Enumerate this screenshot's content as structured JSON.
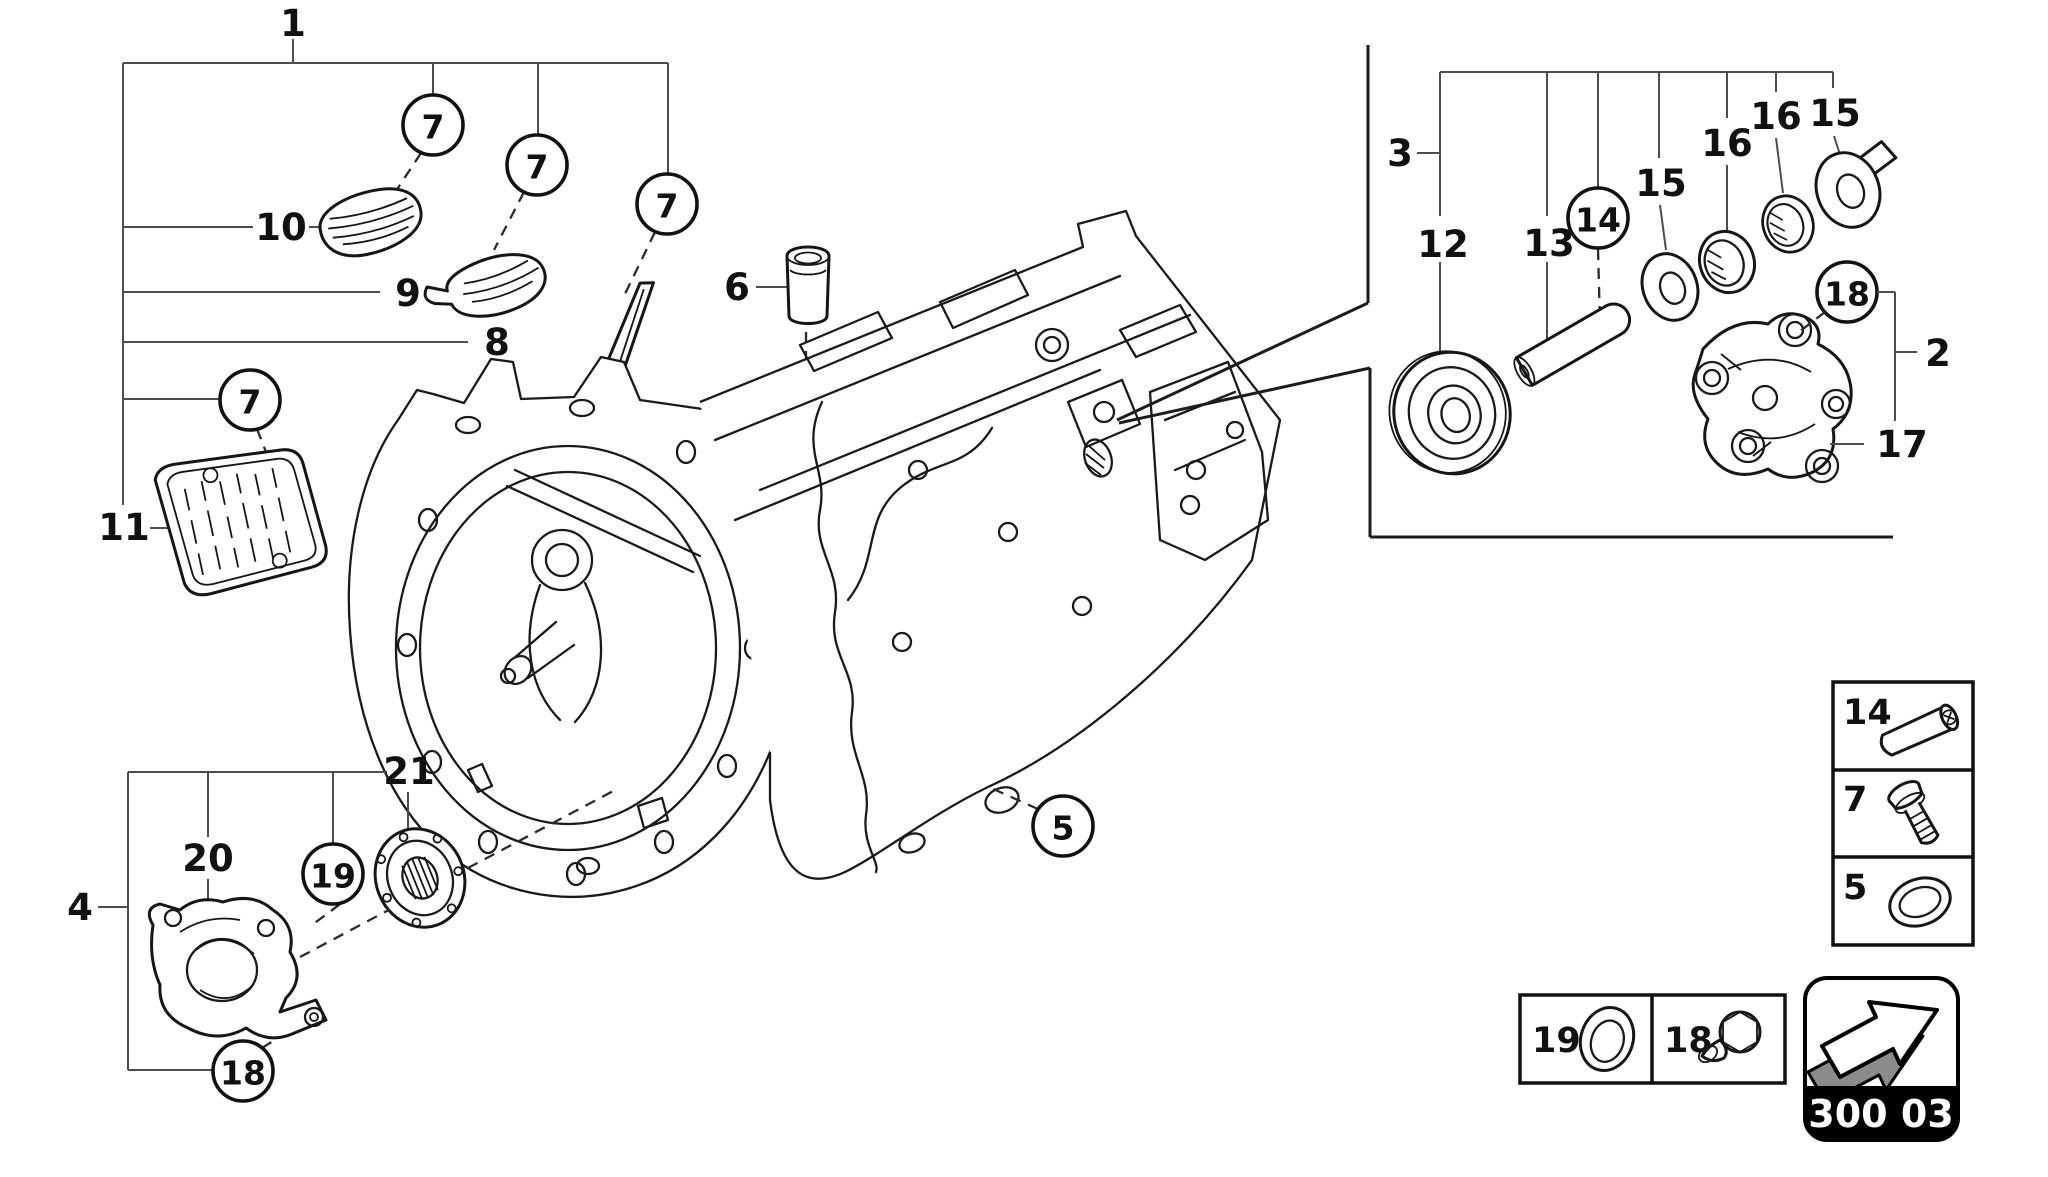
{
  "page": {
    "background": "#ffffff",
    "line_color": "#1c1c1c",
    "leader_color": "#4d4d4d",
    "badge": {
      "code": "300 03",
      "band_color": "#000000",
      "text_color": "#ffffff",
      "arrow_icon": "nav-arrow-3d-icon"
    }
  },
  "callouts": {
    "n1": "1",
    "n10": "10",
    "n9": "9",
    "n8": "8",
    "n11": "11",
    "n6": "6",
    "c7a": "7",
    "c7b": "7",
    "c7c": "7",
    "c7d": "7",
    "n3": "3",
    "n12": "12",
    "n13": "13",
    "c14": "14",
    "n15a": "15",
    "n16a": "16",
    "n16b": "16",
    "n15b": "15",
    "c18t": "18",
    "n2": "2",
    "n17": "17",
    "n4": "4",
    "n20": "20",
    "n21": "21",
    "c19": "19",
    "c18b": "18",
    "c5": "5"
  },
  "legend_right": {
    "rows": [
      {
        "label": "14",
        "icon": "dowel-pin-icon"
      },
      {
        "label": "7",
        "icon": "rivet-bolt-icon"
      },
      {
        "label": "5",
        "icon": "o-ring-icon"
      }
    ]
  },
  "legend_bottom": {
    "cells": [
      {
        "label": "19",
        "icon": "seal-ring-icon"
      },
      {
        "label": "18",
        "icon": "flange-bolt-icon"
      }
    ]
  }
}
